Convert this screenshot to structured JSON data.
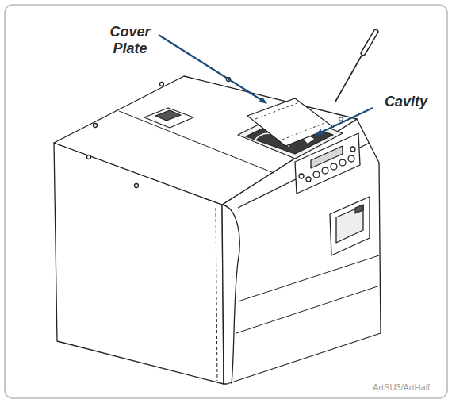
{
  "diagram": {
    "labels": [
      "Cover Plate",
      "Cavity",
      "ArtSU3/ArtHalf"
    ]
  }
}
